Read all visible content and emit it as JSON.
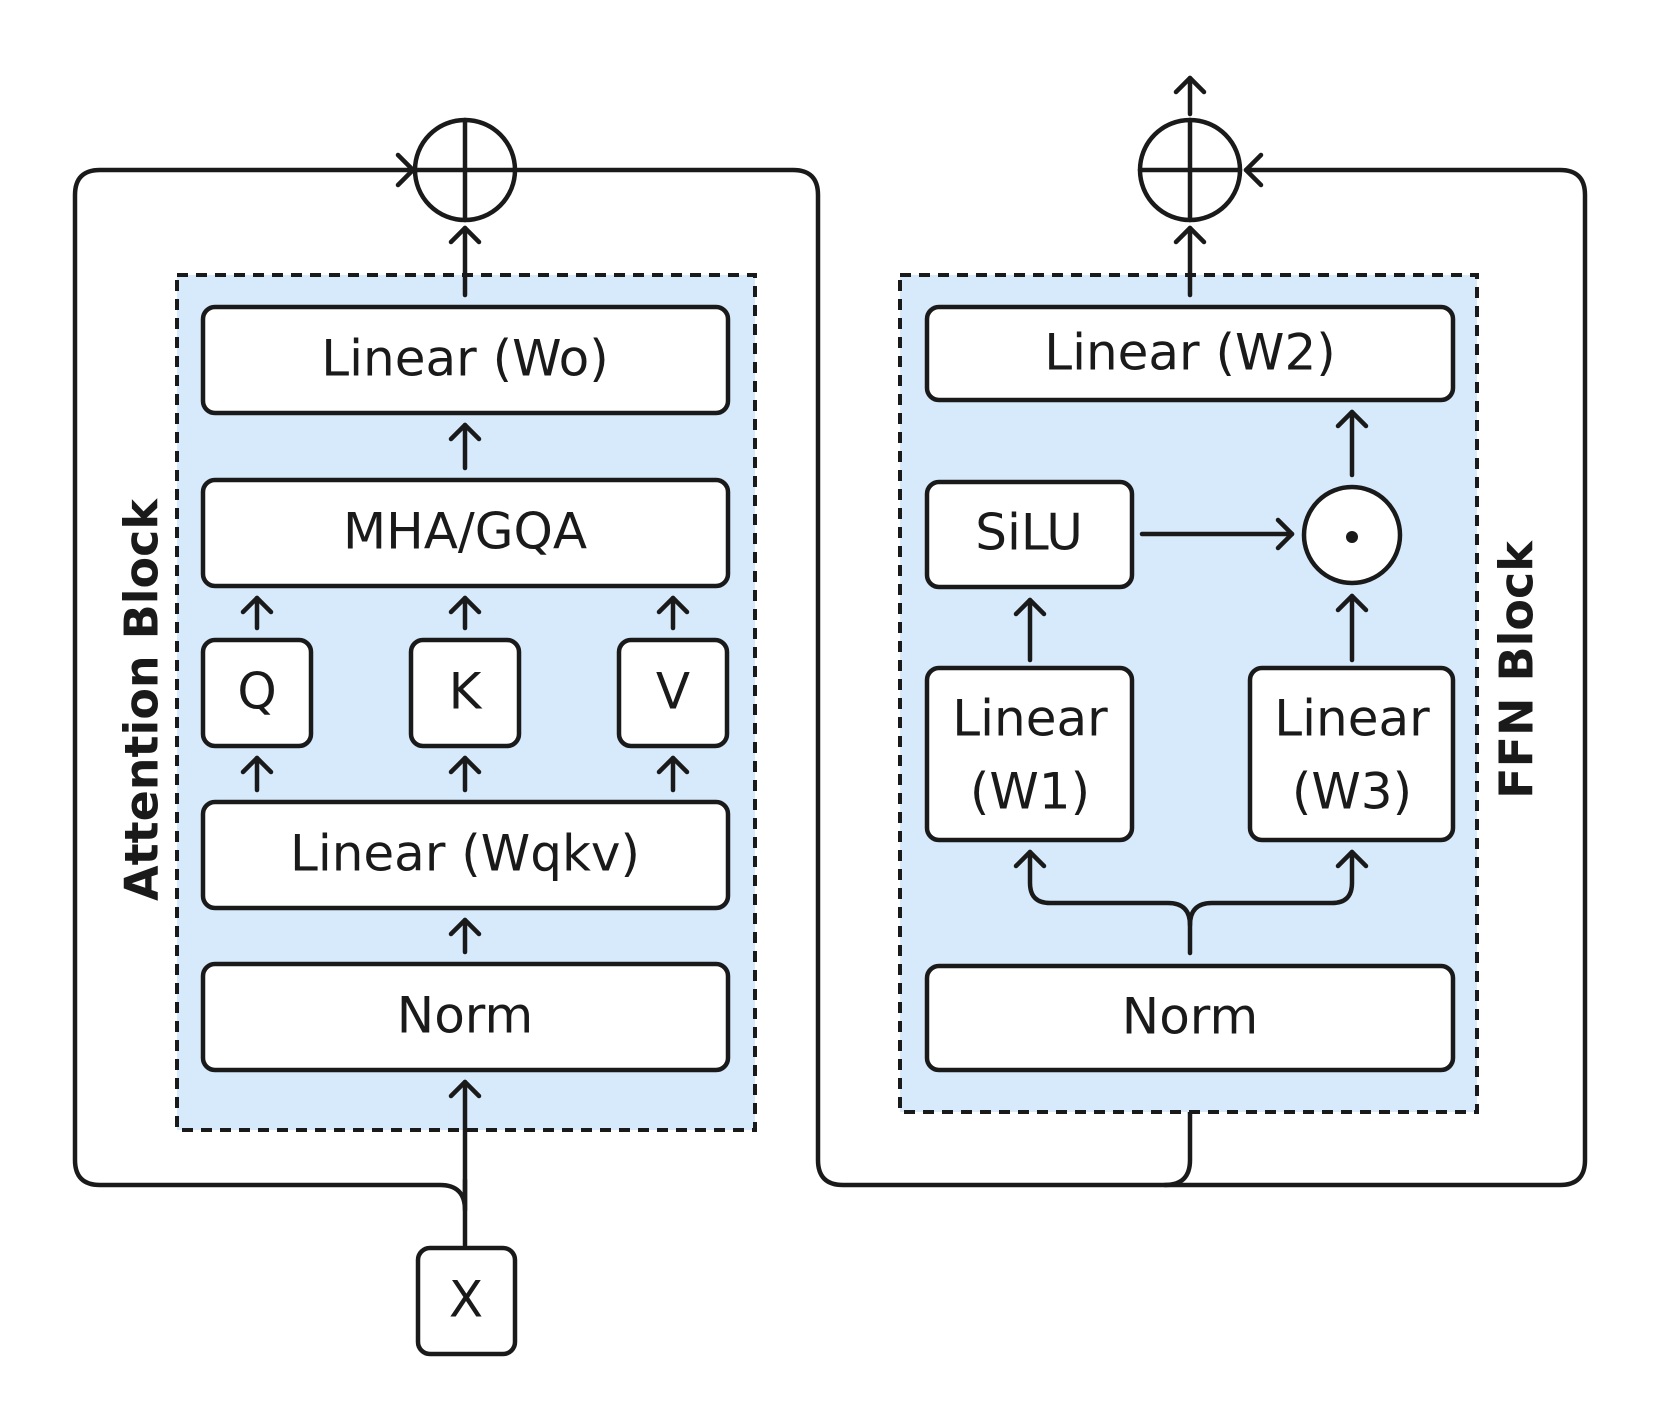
{
  "attention": {
    "title": "Attention Block",
    "linear_wo": "Linear (Wo)",
    "mha": "MHA/GQA",
    "q": "Q",
    "k": "K",
    "v": "V",
    "linear_wqkv": "Linear (Wqkv)",
    "norm": "Norm"
  },
  "ffn": {
    "title": "FFN Block",
    "linear_w2": "Linear (W2)",
    "silu": "SiLU",
    "linear_w1_line1": "Linear",
    "linear_w1_line2": "(W1)",
    "linear_w3_line1": "Linear",
    "linear_w3_line2": "(W3)",
    "norm": "Norm"
  },
  "input": {
    "x": "X"
  },
  "colors": {
    "panel_fill": "#d6eafb",
    "stroke": "#1a1a1a"
  }
}
